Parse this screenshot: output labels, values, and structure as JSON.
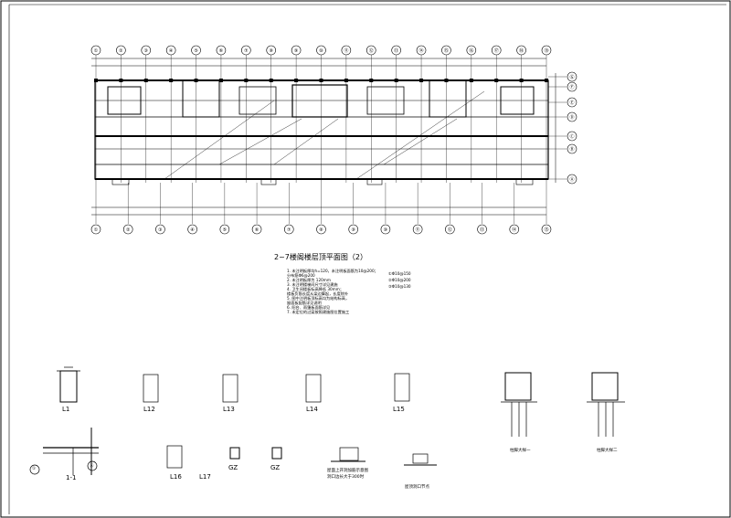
{
  "drawing": {
    "title": "2~7楼阁楼层顶平面图（2）",
    "notes": [
      "1. 未注明板厚均h=120，未注明板面筋为10@200；",
      "   分布筋Φ6@200",
      "2. 未注明板厚为 120mm",
      "3. 未注明楼梯间尺寸详见建施",
      "4. 卫生间楼板标高降低 30mm；",
      "   楼板负筋长度从梁边算起，长度除外",
      "5. 图中注明板顶标高均为结构标高，",
      "   屋面板配筋详见说明",
      "6. 阳台、雨篷板面筋详见",
      "7. 未定位的过梁按照建施图位置施工"
    ],
    "legend": [
      "①Φ10@150",
      "②Φ10@200",
      "③Φ10@130"
    ],
    "top_axes": [
      "①",
      "②",
      "③",
      "④",
      "⑤",
      "⑥",
      "⑦",
      "⑧",
      "⑨",
      "⑩",
      "⑪",
      "⑫",
      "⑬",
      "⑭",
      "⑮",
      "⑯",
      "⑰",
      "⑱",
      "⑲"
    ],
    "bottom_axes": [
      "①",
      "②",
      "③",
      "④",
      "⑤",
      "⑥",
      "⑦",
      "⑧",
      "⑨",
      "⑩",
      "⑪",
      "⑫",
      "⑬",
      "⑭",
      "⑮"
    ],
    "right_axes": [
      "Ⓖ",
      "Ⓕ",
      "Ⓔ",
      "Ⓓ",
      "Ⓒ",
      "Ⓑ",
      "Ⓐ"
    ],
    "details": {
      "beams": [
        "L1",
        "L12",
        "L13",
        "L14",
        "L15",
        "L16",
        "L17"
      ],
      "columns": [
        "GZ",
        "GZ"
      ],
      "section": "1-1",
      "axis_a": "Ⓐ",
      "axis_1": "①",
      "caption_a": "屋面上开洞加筋示意图",
      "caption_a2": "洞口边长大于300时",
      "caption_b": "屋顶洞口节点",
      "big_a": "柱脚大样一",
      "big_b": "柱脚大样二"
    }
  }
}
